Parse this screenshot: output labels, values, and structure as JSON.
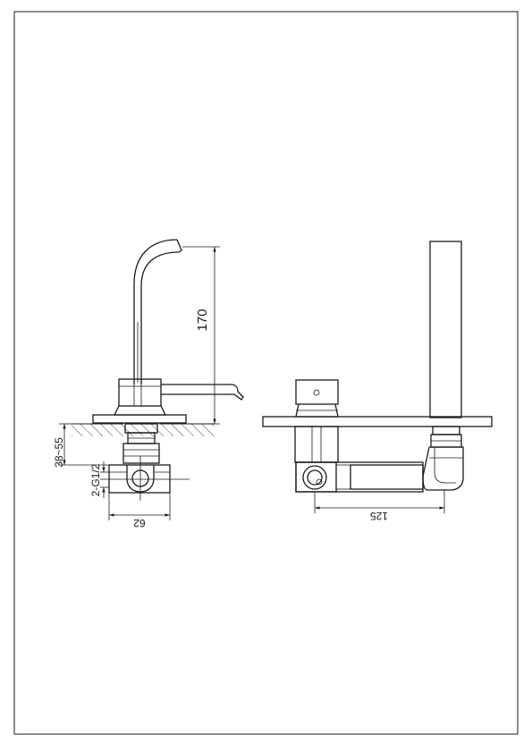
{
  "dimensions": {
    "height": "170",
    "mount_thickness": "38~55",
    "connection": "2-G1/2",
    "depth": "62",
    "length": "125"
  },
  "colors": {
    "line": "#1a1a1a",
    "background": "#ffffff"
  }
}
